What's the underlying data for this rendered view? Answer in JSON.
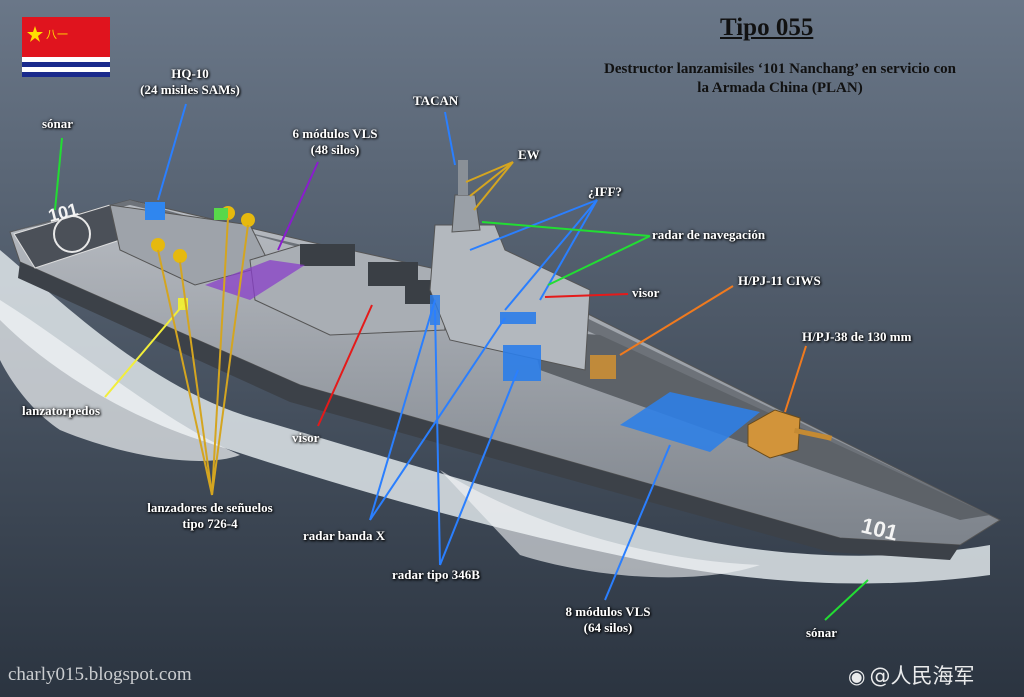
{
  "title": "Tipo 055",
  "subtitle_line1": "Destructor lanzamisiles ‘101 Nanchang’ en servicio con",
  "subtitle_line2": "la Armada China (PLAN)",
  "flag": {
    "name": "naval-ensign-icon",
    "emblem": "八一",
    "red": "#e0141e",
    "blue": "#1a2a8c",
    "star": "#ffde00"
  },
  "hull_number": "101",
  "labels": {
    "hq10_l1": "HQ-10",
    "hq10_l2": "(24 misiles SAMs)",
    "sonar_top": "sónar",
    "vls6_l1": "6 módulos VLS",
    "vls6_l2": "(48 silos)",
    "tacan": "TACAN",
    "ew": "EW",
    "iff": "¿IFF?",
    "nav_radar": "radar de navegación",
    "visor_right": "visor",
    "ciws": "H/PJ-11 CIWS",
    "gun": "H/PJ-38 de 130 mm",
    "lanzatorpedos": "lanzatorpedos",
    "visor_left": "visor",
    "decoy_l1": "lanzadores de señuelos",
    "decoy_l2": "tipo 726-4",
    "xband": "radar banda X",
    "radar346": "radar tipo 346B",
    "vls8_l1": "8 módulos VLS",
    "vls8_l2": "(64 silos)",
    "sonar_bottom": "sónar"
  },
  "line_colors": {
    "blue": "#2a7fff",
    "green": "#22dd33",
    "purple": "#8a1ccf",
    "yellow": "#f2ee3a",
    "gold": "#d4a520",
    "red": "#e51a1a",
    "orange": "#f07a1e"
  },
  "watermark_left": "charly015.blogspot.com",
  "watermark_right": "@人民海军"
}
